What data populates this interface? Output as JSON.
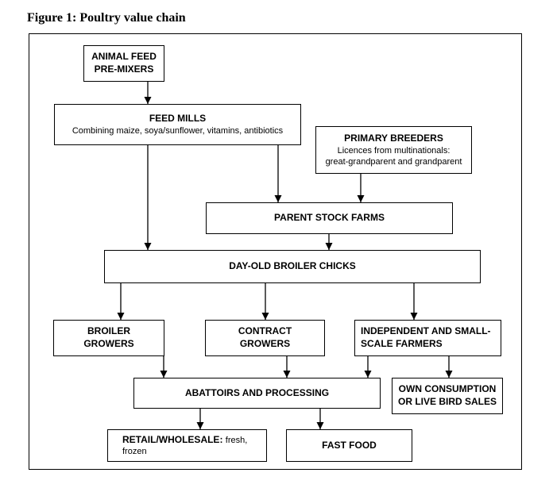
{
  "figure_title": "Figure 1: Poultry value chain",
  "nodes": {
    "feed_premixers": {
      "line1": "ANIMAL FEED",
      "line2": "PRE-MIXERS"
    },
    "feed_mills": {
      "title": "FEED MILLS",
      "detail": "Combining maize, soya/sunflower, vitamins, antibiotics"
    },
    "primary_breeders": {
      "title": "PRIMARY BREEDERS",
      "detail1": "Licences from multinationals:",
      "detail2": "great-grandparent and grandparent"
    },
    "parent_stock": {
      "title": "PARENT STOCK FARMS"
    },
    "day_old_chicks": {
      "title": "DAY-OLD BROILER CHICKS"
    },
    "broiler_growers": {
      "line1": "BROILER",
      "line2": "GROWERS"
    },
    "contract_growers": {
      "line1": "CONTRACT",
      "line2": "GROWERS"
    },
    "independent_farmers": {
      "line1": "INDEPENDENT AND SMALL-",
      "line2": "SCALE FARMERS"
    },
    "abattoirs": {
      "title": "ABATTOIRS AND PROCESSING"
    },
    "own_consumption": {
      "line1": "OWN CONSUMPTION",
      "line2": "OR LIVE BIRD SALES"
    },
    "retail": {
      "title": "RETAIL/WHOLESALE:",
      "detail1": "fresh,",
      "detail2": "frozen"
    },
    "fast_food": {
      "title": "FAST FOOD"
    }
  },
  "edges": [
    [
      "feed_premixers",
      "feed_mills"
    ],
    [
      "feed_mills",
      "parent_stock"
    ],
    [
      "feed_mills",
      "day_old_chicks"
    ],
    [
      "primary_breeders",
      "parent_stock"
    ],
    [
      "parent_stock",
      "day_old_chicks"
    ],
    [
      "day_old_chicks",
      "broiler_growers"
    ],
    [
      "day_old_chicks",
      "contract_growers"
    ],
    [
      "day_old_chicks",
      "independent_farmers"
    ],
    [
      "broiler_growers",
      "abattoirs"
    ],
    [
      "contract_growers",
      "abattoirs"
    ],
    [
      "independent_farmers",
      "abattoirs"
    ],
    [
      "independent_farmers",
      "own_consumption"
    ],
    [
      "abattoirs",
      "retail"
    ],
    [
      "abattoirs",
      "fast_food"
    ]
  ]
}
